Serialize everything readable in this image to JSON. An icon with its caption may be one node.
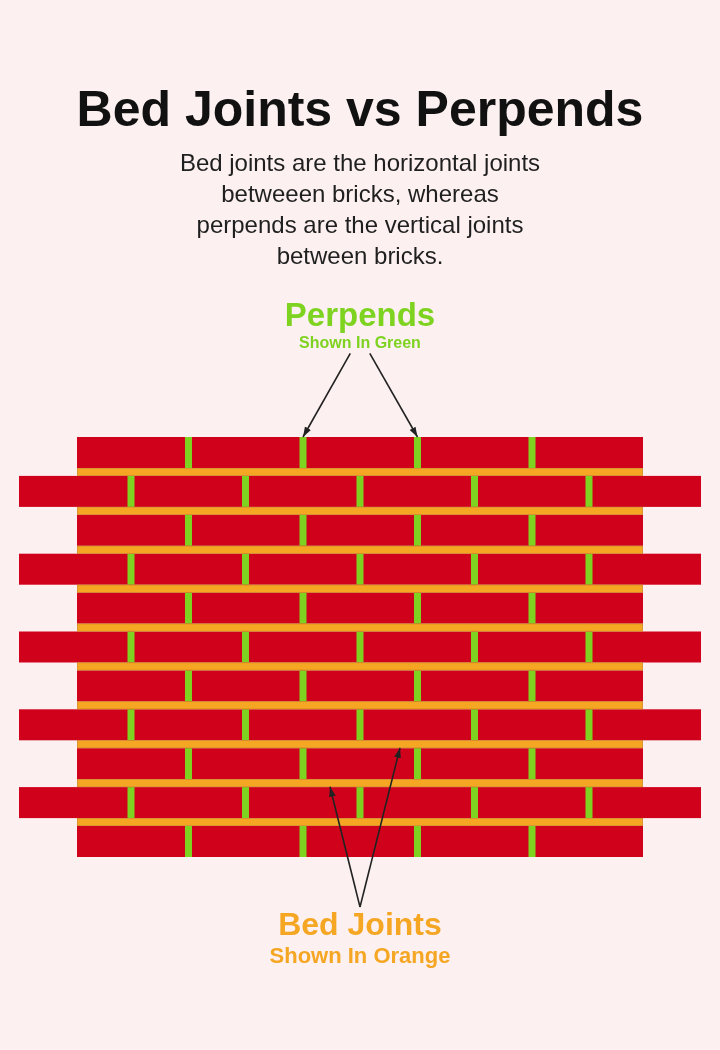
{
  "diagram": {
    "title": "Bed Joints vs Perpends",
    "caption": "Bed joints are the horizontal joints betweeen bricks, whereas perpends are the vertical joints between bricks.",
    "nodes": [
      {
        "text": [
          "Perpends",
          "Shown In Green"
        ]
      },
      {
        "text": [],
        "shape": "bar"
      },
      {
        "text": [],
        "shape": "bar"
      },
      {
        "text": [],
        "shape": "bar"
      },
      {
        "text": [],
        "shape": "bar"
      },
      {
        "text": [
          "Bed Joints",
          "Shown In Orange"
        ]
      }
    ],
    "edges": [
      {
        "from": 0,
        "to": 1,
        "arrow": "to"
      },
      {
        "from": 0,
        "to": 2,
        "arrow": "to"
      },
      {
        "from": 5,
        "to": 4,
        "arrow": "to"
      },
      {
        "from": 5,
        "to": 3,
        "arrow": "to"
      }
    ]
  }
}
